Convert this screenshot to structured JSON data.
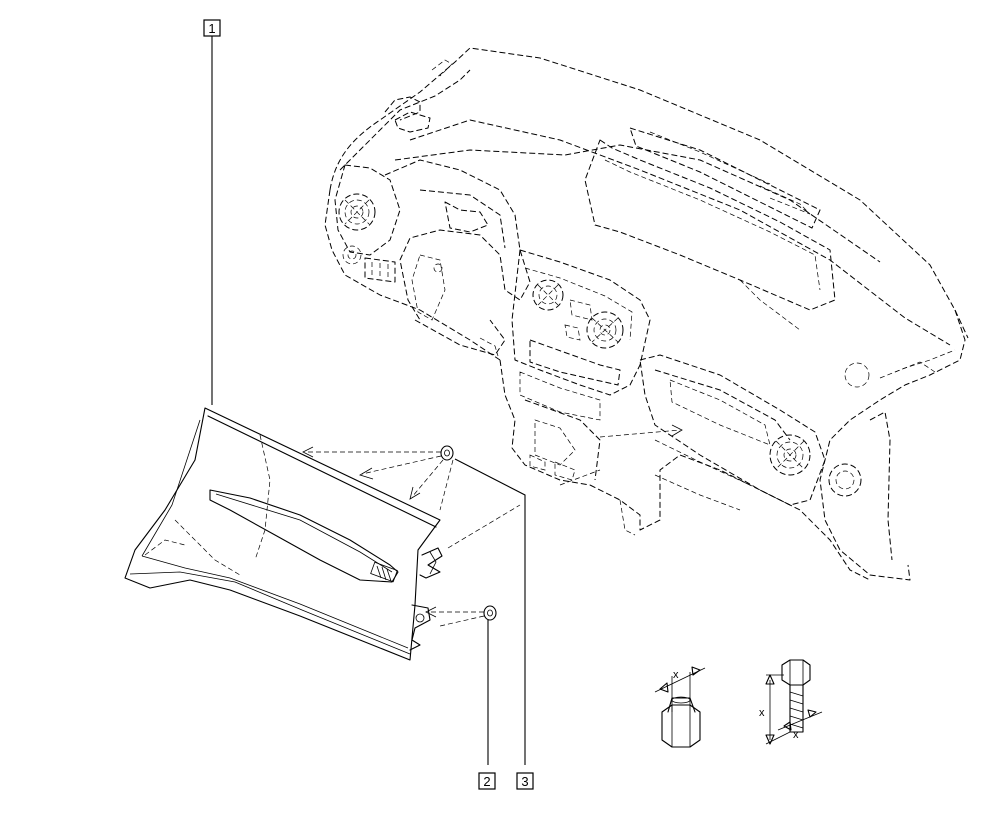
{
  "callouts": [
    {
      "id": "1",
      "label": "1"
    },
    {
      "id": "2",
      "label": "2"
    },
    {
      "id": "3",
      "label": "3"
    }
  ],
  "dimensions": {
    "nut_label": "x",
    "bolt_label_side": "x",
    "bolt_label_bottom": "x"
  }
}
